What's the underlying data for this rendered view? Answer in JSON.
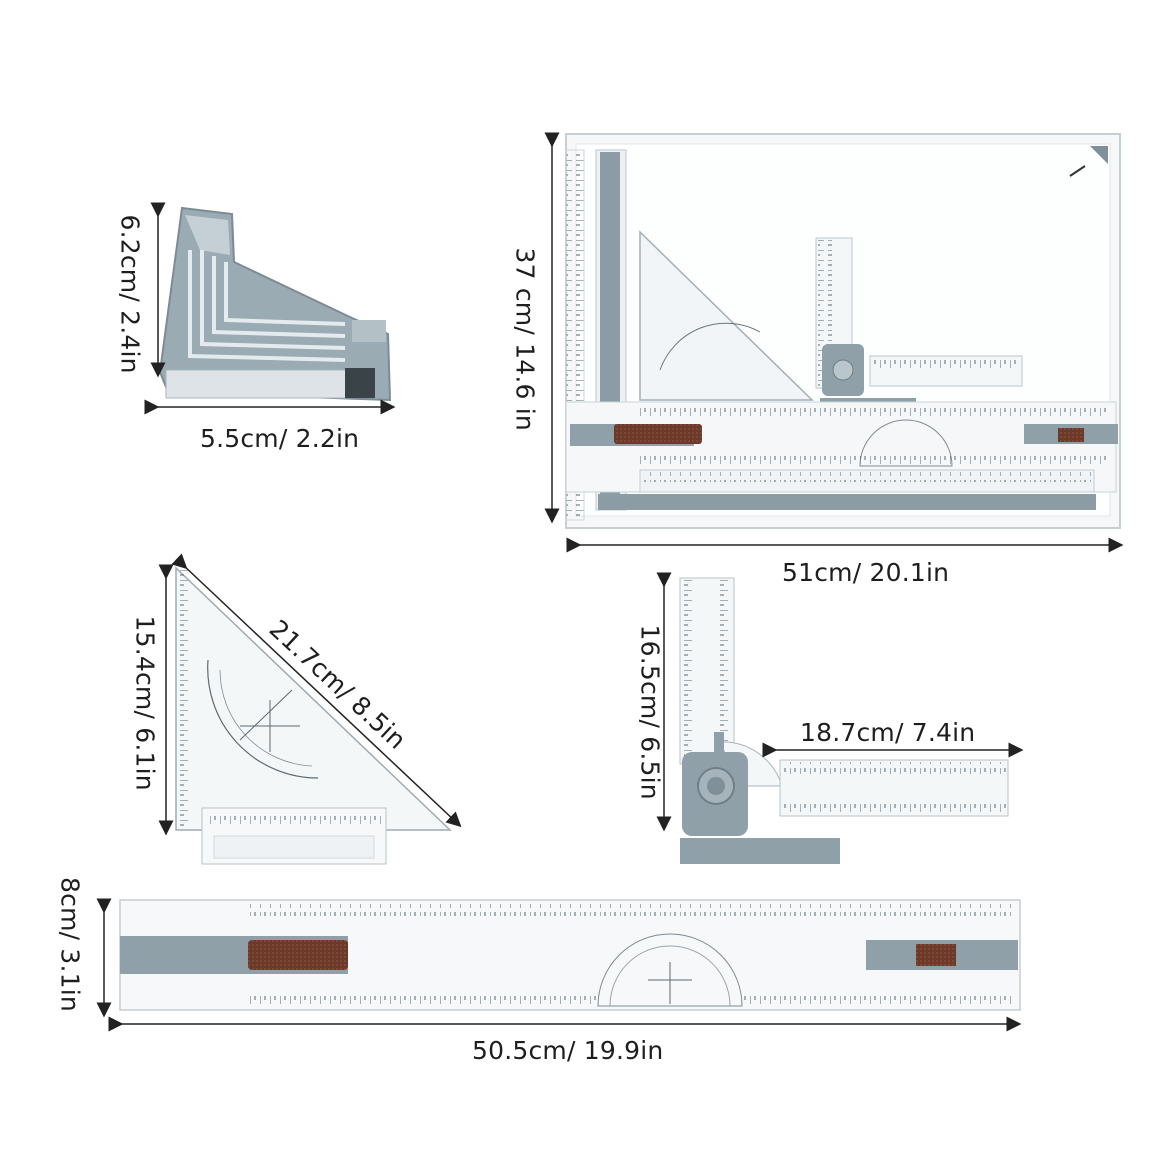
{
  "dimensions": {
    "corner_height": "6.2cm/ 2.4in",
    "corner_width": "5.5cm/ 2.2in",
    "board_height": "37 cm/ 14.6 in",
    "board_width": "51cm/ 20.1in",
    "triangle_height": "15.4cm/ 6.1in",
    "triangle_hypotenuse": "21.7cm/ 8.5in",
    "arm_height": "16.5cm/ 6.5in",
    "arm_width": "18.7cm/ 7.4in",
    "rule_height": "8cm/ 3.1in",
    "rule_width": "50.5cm/ 19.9in"
  },
  "colors": {
    "accent_grey_blue": "#8fa0a8",
    "brake_brown": "#6b3a2a",
    "acrylic": "#f4f6f7",
    "scale_ink": "#5d6a70"
  }
}
